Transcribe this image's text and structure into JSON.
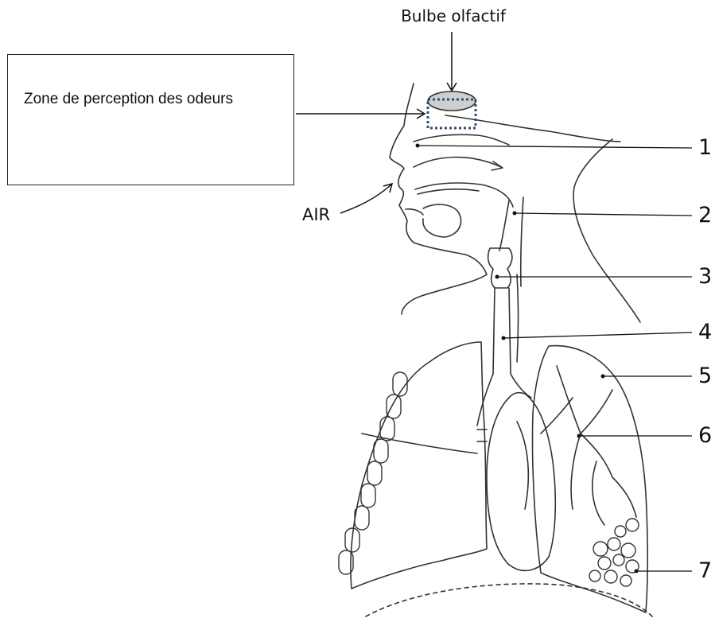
{
  "labels": {
    "bulbe": "Bulbe olfactif",
    "zone": "Zone de perception des odeurs",
    "air": "AIR"
  },
  "numbers": [
    "1",
    "2",
    "3",
    "4",
    "5",
    "6",
    "7"
  ],
  "colors": {
    "line": "#222222",
    "bulb_fill": "#cfcfcf",
    "dotted_box": "#2e4d7a"
  }
}
